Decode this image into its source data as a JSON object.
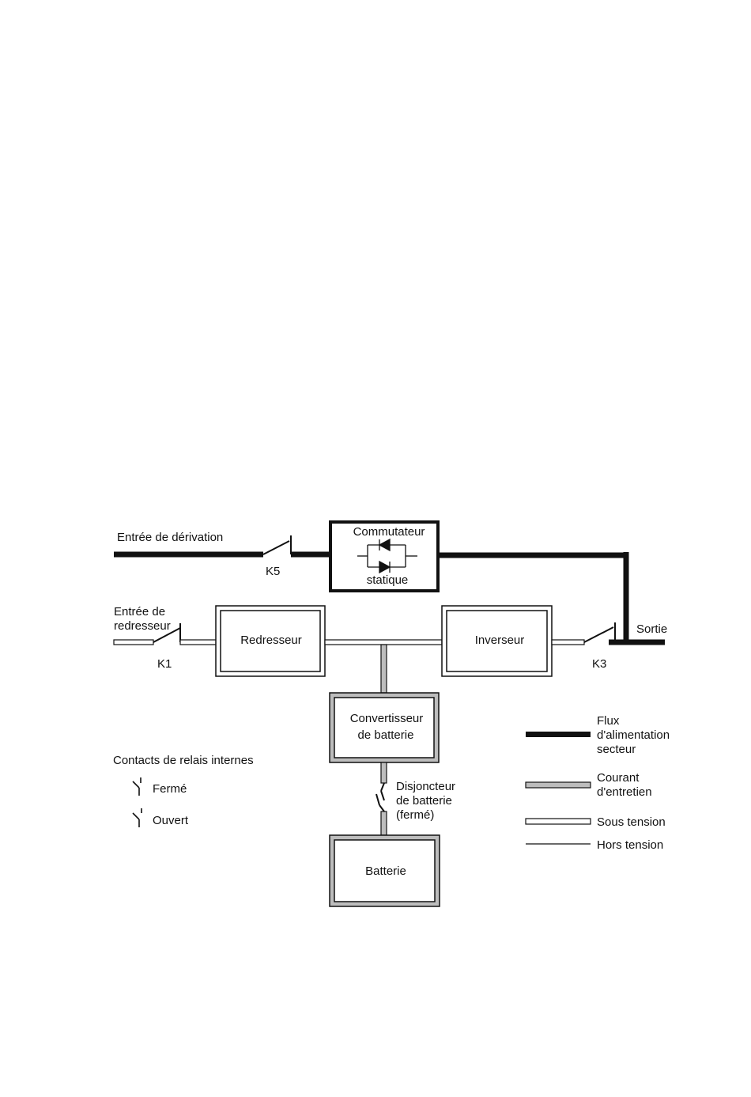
{
  "labels": {
    "bypass_input": "Entrée de dérivation",
    "rectifier_input_line1": "Entrée de",
    "rectifier_input_line2": "redresseur",
    "output": "Sortie",
    "k5": "K5",
    "k1": "K1",
    "k3": "K3"
  },
  "blocks": {
    "static_switch_line1": "Commutateur",
    "static_switch_line2": "statique",
    "rectifier": "Redresseur",
    "inverter": "Inverseur",
    "battery_converter_line1": "Convertisseur",
    "battery_converter_line2": "de batterie",
    "battery": "Batterie"
  },
  "breaker": {
    "line1": "Disjoncteur",
    "line2": "de batterie",
    "line3": "(fermé)"
  },
  "relay_legend": {
    "title": "Contacts de relais internes",
    "closed": "Fermé",
    "open": "Ouvert"
  },
  "legend": {
    "mains_line1": "Flux",
    "mains_line2": "d'alimentation",
    "mains_line3": "secteur",
    "trickle_line1": "Courant",
    "trickle_line2": "d'entretien",
    "energized": "Sous tension",
    "de_energized": "Hors tension"
  },
  "colors": {
    "mains_flow": "#111111",
    "trickle_current": "#bdbdbd",
    "energized": "#ffffff",
    "outline": "#111111"
  }
}
